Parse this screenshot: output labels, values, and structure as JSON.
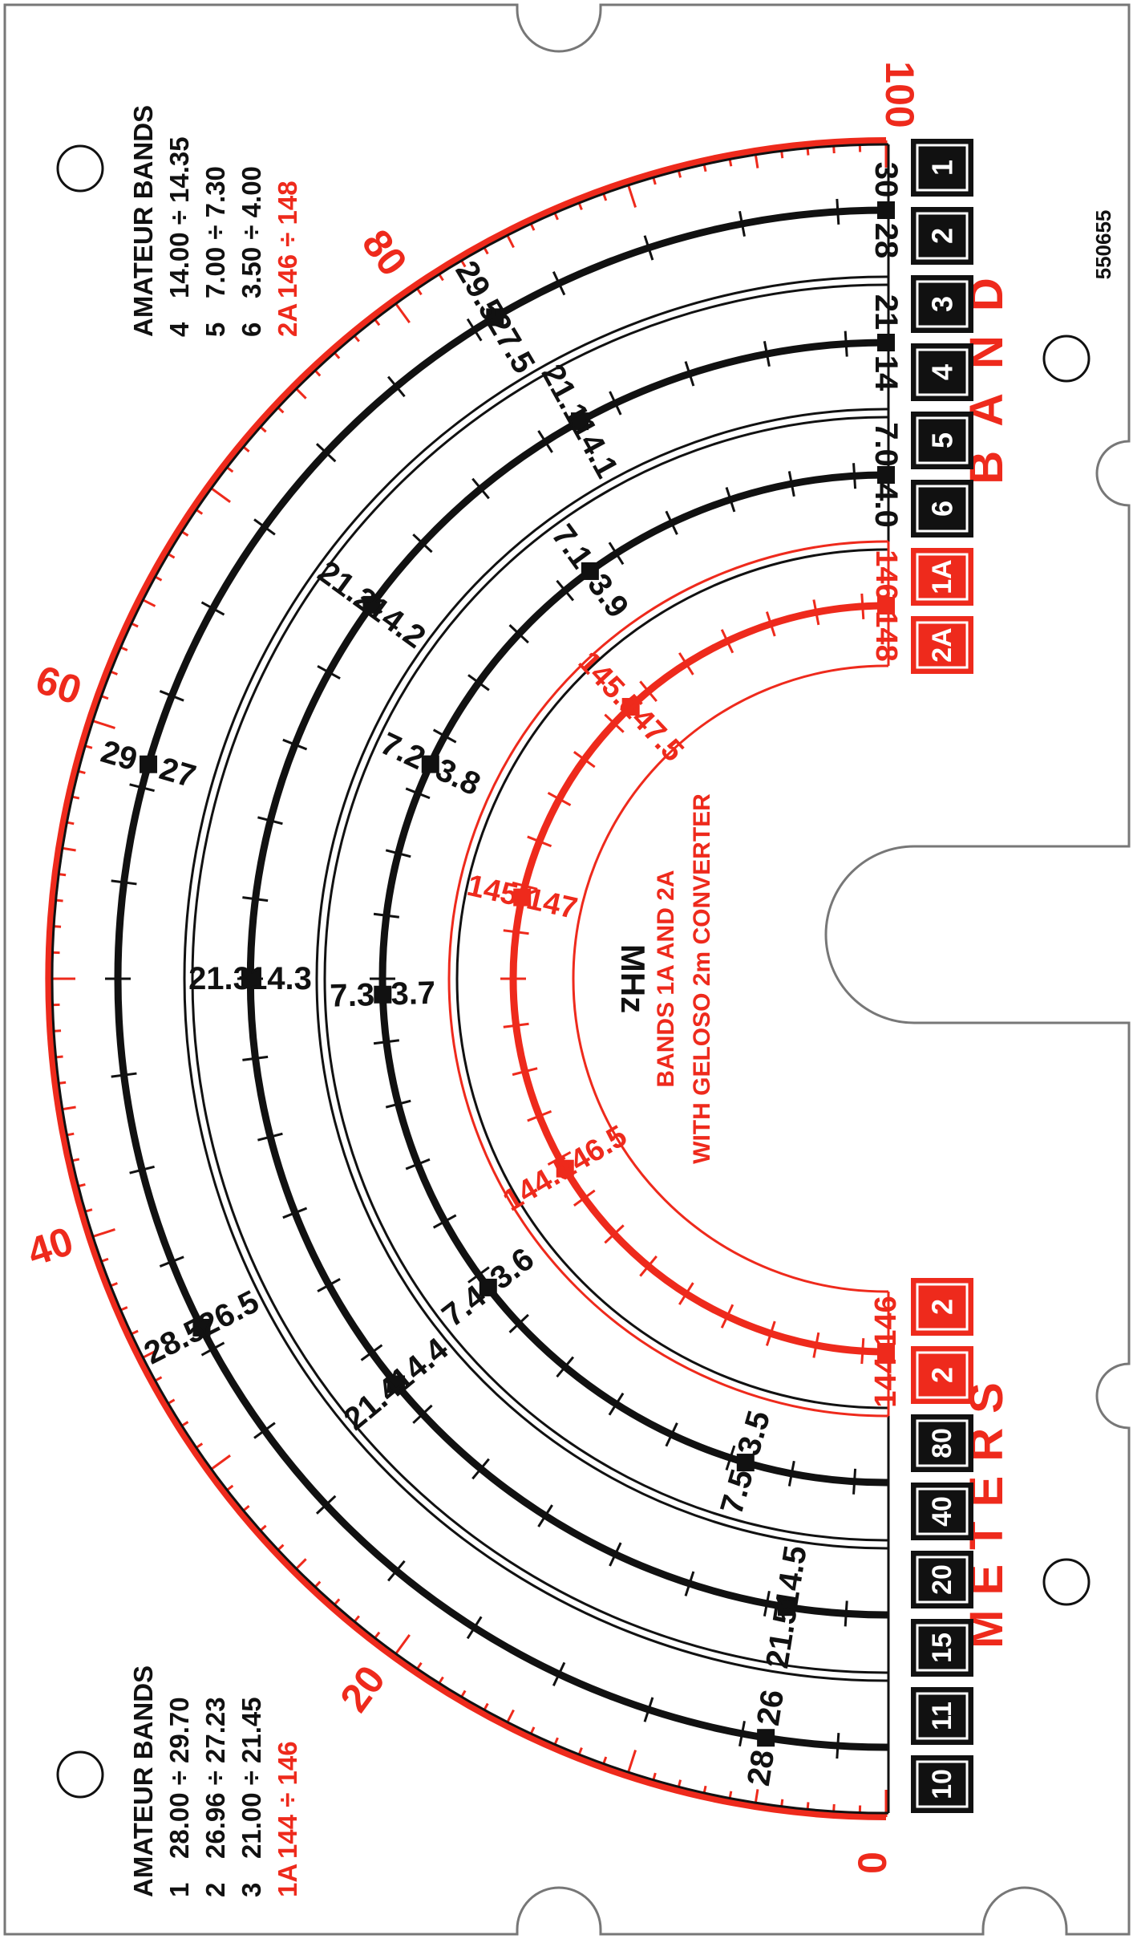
{
  "colors": {
    "black": "#111111",
    "red": "#ee2a1c",
    "card": "#ffffff",
    "box_text": "#ffffff"
  },
  "serial": "550655",
  "unit_label": "MHz",
  "band_title": "BAND",
  "meters_title": "METERS",
  "converter_note": [
    "BANDS 1A AND 2A",
    "WITH GELOSO 2m CONVERTER"
  ],
  "scale": {
    "labels": [
      "0",
      "20",
      "40",
      "60",
      "80",
      "100"
    ],
    "range": [
      0,
      100
    ]
  },
  "amateur_upper": {
    "title": "AMATEUR BANDS",
    "rows": [
      {
        "band": "4",
        "range": "14.00 ÷ 14.35",
        "red": false
      },
      {
        "band": "5",
        "range": "7.00 ÷ 7.30",
        "red": false
      },
      {
        "band": "6",
        "range": "3.50 ÷ 4.00",
        "red": false
      },
      {
        "band": "2A",
        "range": "146 ÷ 148",
        "red": true
      }
    ]
  },
  "amateur_lower": {
    "title": "AMATEUR BANDS",
    "rows": [
      {
        "band": "1",
        "range": "28.00 ÷ 29.70",
        "red": false
      },
      {
        "band": "2",
        "range": "26.96 ÷ 27.23",
        "red": false
      },
      {
        "band": "3",
        "range": "21.00 ÷ 21.45",
        "red": false
      },
      {
        "band": "1A",
        "range": "144 ÷ 146",
        "red": true
      }
    ]
  },
  "band_boxes": [
    {
      "label": "1",
      "red": false
    },
    {
      "label": "2",
      "red": false
    },
    {
      "label": "3",
      "red": false
    },
    {
      "label": "4",
      "red": false
    },
    {
      "label": "5",
      "red": false
    },
    {
      "label": "6",
      "red": false
    },
    {
      "label": "1A",
      "red": true
    },
    {
      "label": "2A",
      "red": true
    }
  ],
  "meter_boxes": [
    {
      "label": "2",
      "red": true
    },
    {
      "label": "2",
      "red": true
    },
    {
      "label": "80",
      "red": false
    },
    {
      "label": "40",
      "red": false
    },
    {
      "label": "20",
      "red": false
    },
    {
      "label": "15",
      "red": false
    },
    {
      "label": "11",
      "red": false
    },
    {
      "label": "10",
      "red": false
    }
  ],
  "arcs": [
    {
      "name": "band-1-2",
      "red": false,
      "outer": [
        {
          "v": 100,
          "text": "30"
        },
        {
          "v": 83,
          "text": "29.5"
        },
        {
          "v": 59,
          "text": "29"
        },
        {
          "v": 35,
          "text": "28.5"
        },
        {
          "v": 5,
          "text": "28"
        }
      ],
      "inner": [
        {
          "v": 100,
          "text": "28"
        },
        {
          "v": 83,
          "text": "27.5"
        },
        {
          "v": 59,
          "text": "27"
        },
        {
          "v": 35,
          "text": "26.5"
        },
        {
          "v": 5,
          "text": "26"
        }
      ]
    },
    {
      "name": "band-3-4",
      "red": false,
      "outer": [
        {
          "v": 100,
          "text": "21"
        },
        {
          "v": 84,
          "text": "21.1"
        },
        {
          "v": 70,
          "text": "21.2"
        },
        {
          "v": 50,
          "text": "21.3"
        },
        {
          "v": 28,
          "text": "21.4"
        },
        {
          "v": 5,
          "text": "21.5"
        }
      ],
      "inner": [
        {
          "v": 100,
          "text": "14"
        },
        {
          "v": 84,
          "text": "14.1"
        },
        {
          "v": 70,
          "text": "14.2"
        },
        {
          "v": 50,
          "text": "14.3"
        },
        {
          "v": 28,
          "text": "14.4"
        },
        {
          "v": 5,
          "text": "14.5"
        }
      ]
    },
    {
      "name": "band-5-6",
      "red": false,
      "outer": [
        {
          "v": 100,
          "text": "7.0"
        },
        {
          "v": 80,
          "text": "7.1"
        },
        {
          "v": 64,
          "text": "7.2"
        },
        {
          "v": 49,
          "text": "7.3"
        },
        {
          "v": 29,
          "text": "7.4"
        },
        {
          "v": 9,
          "text": "7.5"
        }
      ],
      "inner": [
        {
          "v": 100,
          "text": "4.0"
        },
        {
          "v": 80,
          "text": "3.9"
        },
        {
          "v": 64,
          "text": "3.8"
        },
        {
          "v": 49,
          "text": "3.7"
        },
        {
          "v": 29,
          "text": "3.6"
        },
        {
          "v": 9,
          "text": "3.5"
        }
      ]
    },
    {
      "name": "band-1a-2a",
      "red": true,
      "outer": [
        {
          "v": 100,
          "text": "146"
        },
        {
          "v": 76,
          "text": "145.5"
        },
        {
          "v": 57,
          "text": "145"
        },
        {
          "v": 33,
          "text": "144.5"
        },
        {
          "v": 0,
          "text": "144"
        }
      ],
      "inner": [
        {
          "v": 100,
          "text": "148"
        },
        {
          "v": 76,
          "text": "147.5"
        },
        {
          "v": 57,
          "text": "147"
        },
        {
          "v": 33,
          "text": "146.5"
        },
        {
          "v": 0,
          "text": "146"
        }
      ]
    }
  ]
}
